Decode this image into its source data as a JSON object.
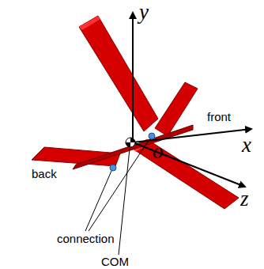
{
  "diagram": {
    "labels": [
      "y",
      "x",
      "z",
      "o",
      "front",
      "back",
      "connection",
      "COM"
    ]
  }
}
